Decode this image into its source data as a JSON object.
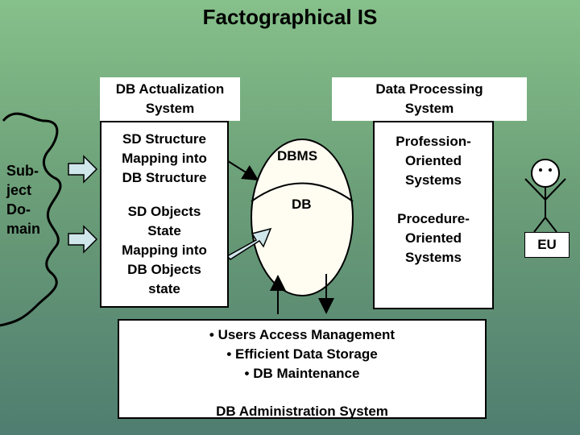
{
  "title": "Factographical IS",
  "subject_domain": [
    "Sub-",
    "ject",
    "Do-",
    "main"
  ],
  "db_actualization": [
    "DB Actualization",
    "System"
  ],
  "data_processing": [
    "Data Processing",
    "System"
  ],
  "sd_structure": [
    "SD Structure",
    "Mapping into",
    "DB Structure"
  ],
  "sd_objects": [
    "SD Objects",
    "State",
    "Mapping into",
    "DB Objects",
    "state"
  ],
  "dbms": "DBMS",
  "db": "DB",
  "profession_oriented": [
    "Profession-",
    "Oriented",
    "Systems"
  ],
  "procedure_oriented": [
    "Procedure-",
    "Oriented",
    "Systems"
  ],
  "admin_functions": [
    "• Users Access Management",
    "• Efficient Data Storage",
    "• DB Maintenance"
  ],
  "db_admin": "DB Administration System",
  "eu": "EU",
  "colors": {
    "background_top": "#86c08a",
    "background_bottom": "#4f7d70",
    "arrow_fill": "#cfe6ea",
    "box": "#ffffff"
  }
}
